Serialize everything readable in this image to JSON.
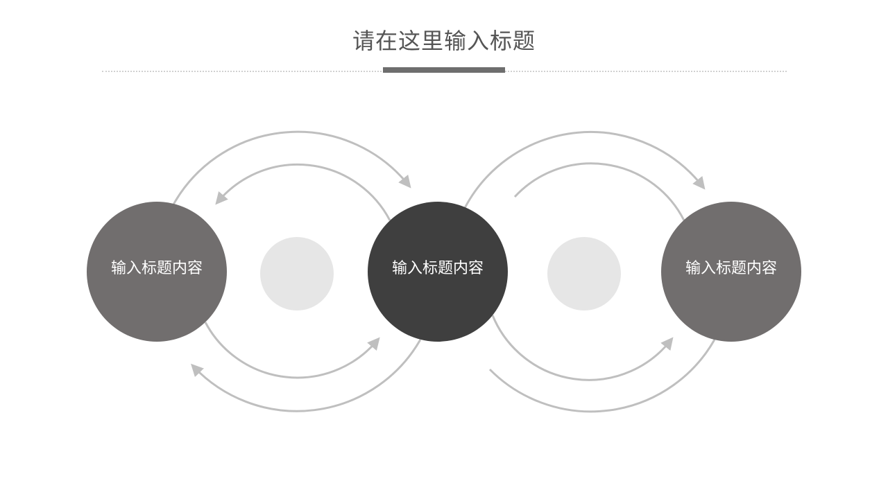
{
  "slide": {
    "title": "请在这里输入标题"
  },
  "nodes": [
    {
      "label": "输入标题内容",
      "color": "#716e6e"
    },
    {
      "label": "输入标题内容",
      "color": "#3f3f3f"
    },
    {
      "label": "输入标题内容",
      "color": "#716e6e"
    }
  ],
  "colors": {
    "arrow": "#bfbfbf",
    "hub": "#e6e6e6",
    "accent_bar": "#6e6e6e",
    "dotted_rule": "#d0d0d0"
  }
}
